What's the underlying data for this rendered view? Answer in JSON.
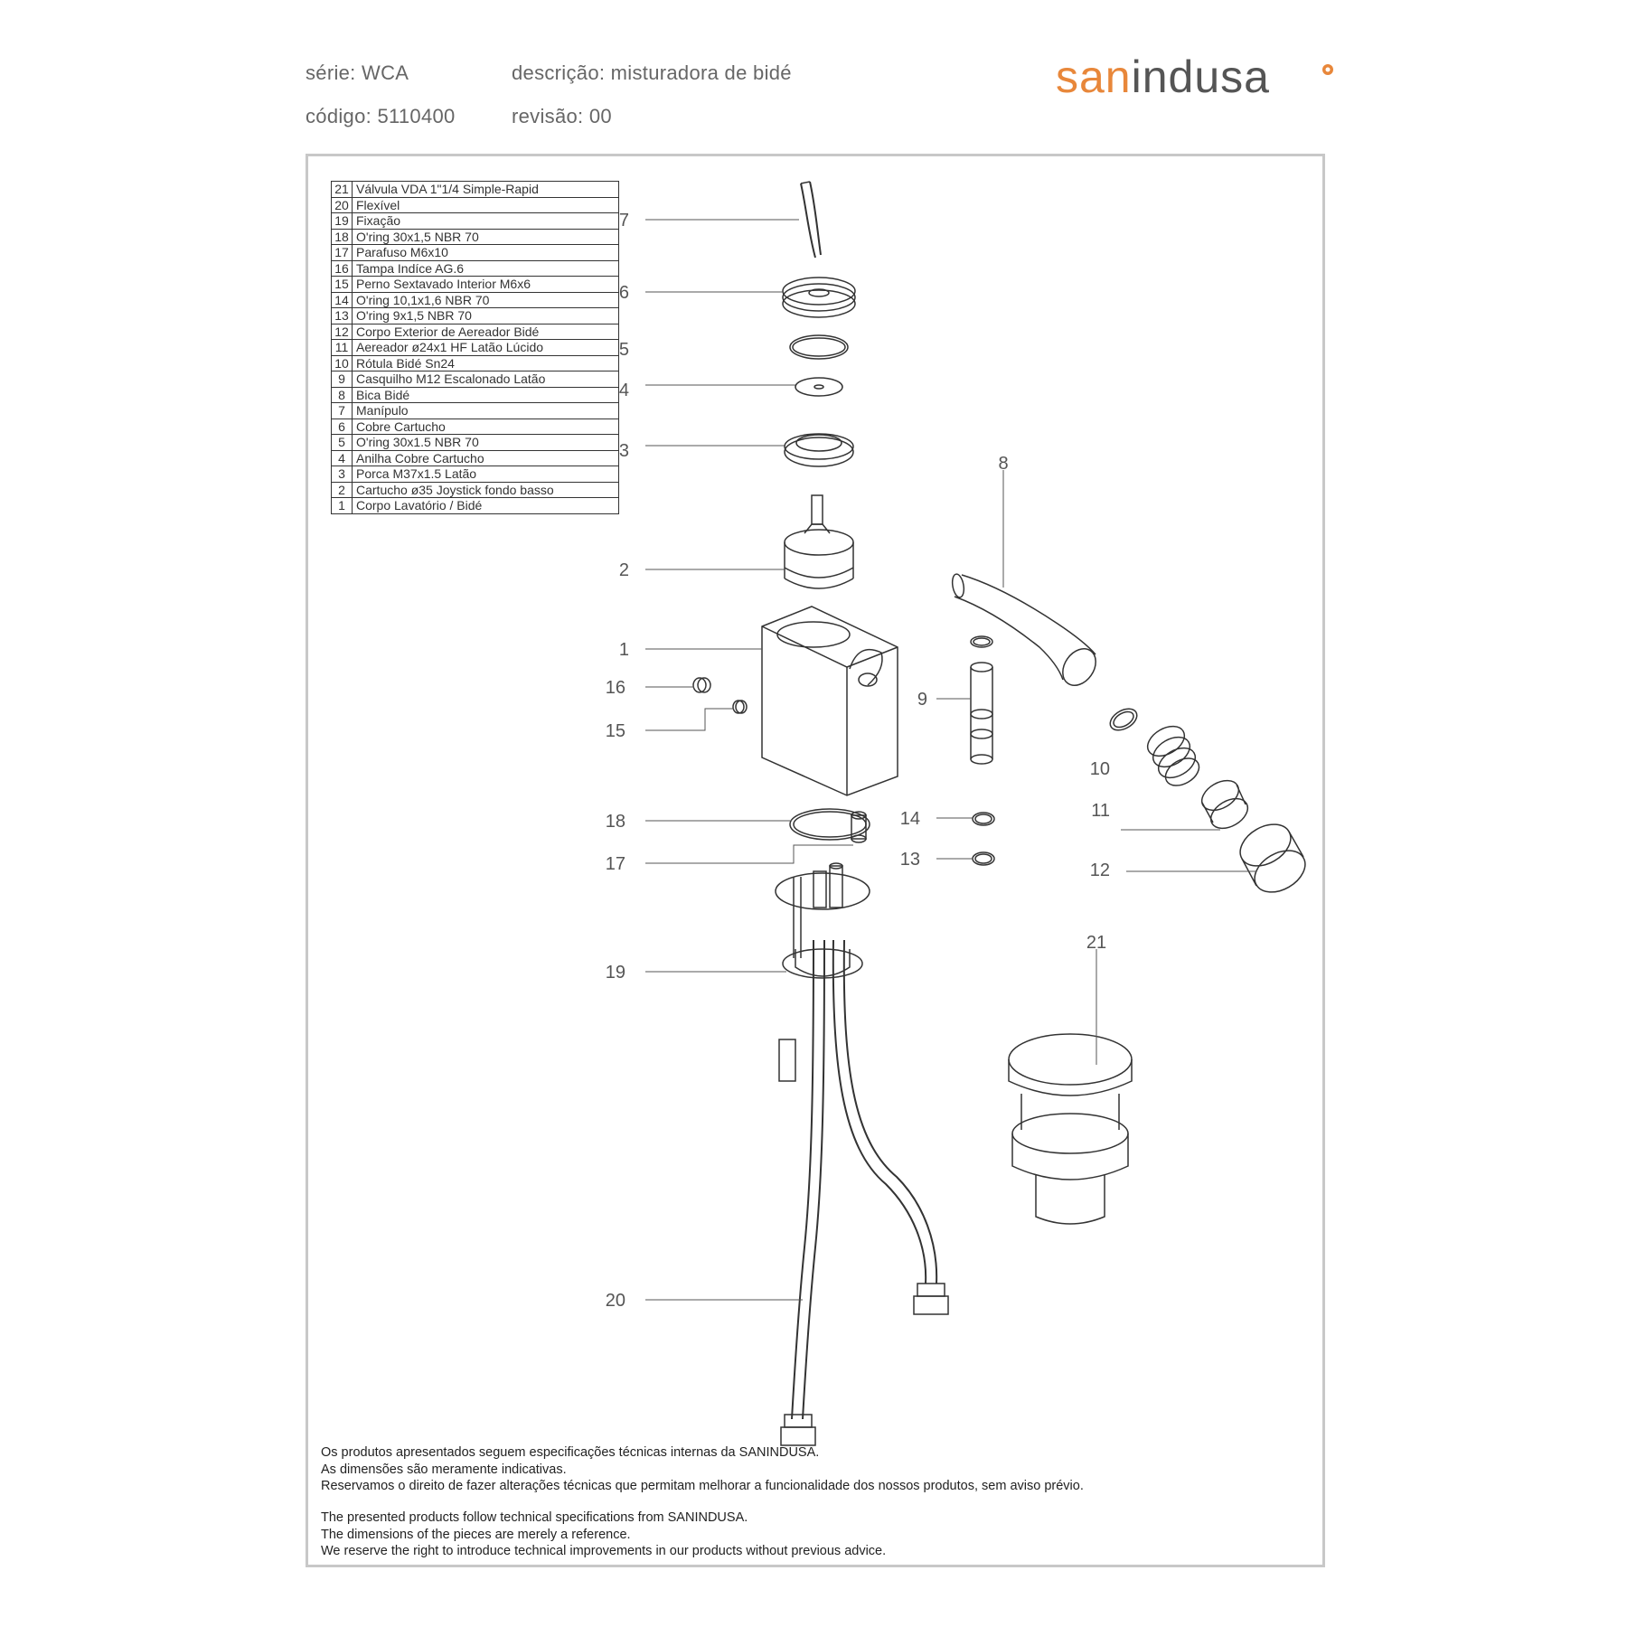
{
  "header": {
    "serie": "série: WCA",
    "descricao": "descrição: misturadora de bidé",
    "codigo": "código: 5110400",
    "revisao": "revisão: 00"
  },
  "logo": {
    "part1": "san",
    "part2": "indusa",
    "accent_color": "#e8873a",
    "text_color": "#555555"
  },
  "parts": [
    {
      "num": "21",
      "desc": "Válvula VDA 1\"1/4 Simple-Rapid"
    },
    {
      "num": "20",
      "desc": "Flexível"
    },
    {
      "num": "19",
      "desc": "Fixação"
    },
    {
      "num": "18",
      "desc": "O'ring 30x1,5 NBR 70"
    },
    {
      "num": "17",
      "desc": "Parafuso M6x10"
    },
    {
      "num": "16",
      "desc": "Tampa Indíce AG.6"
    },
    {
      "num": "15",
      "desc": "Perno Sextavado Interior M6x6"
    },
    {
      "num": "14",
      "desc": "O'ring 10,1x1,6 NBR 70"
    },
    {
      "num": "13",
      "desc": "O'ring 9x1,5 NBR 70"
    },
    {
      "num": "12",
      "desc": "Corpo Exterior de Aereador Bidé"
    },
    {
      "num": "11",
      "desc": "Aereador ø24x1 HF Latão Lúcido"
    },
    {
      "num": "10",
      "desc": "Rótula Bidé Sn24"
    },
    {
      "num": "9",
      "desc": "Casquilho M12 Escalonado Latão"
    },
    {
      "num": "8",
      "desc": "Bica Bidé"
    },
    {
      "num": "7",
      "desc": "Manípulo"
    },
    {
      "num": "6",
      "desc": "Cobre Cartucho"
    },
    {
      "num": "5",
      "desc": "O'ring 30x1.5 NBR 70"
    },
    {
      "num": "4",
      "desc": "Anilha Cobre Cartucho"
    },
    {
      "num": "3",
      "desc": "Porca M37x1.5 Latão"
    },
    {
      "num": "2",
      "desc": "Cartucho ø35 Joystick fondo basso"
    },
    {
      "num": "1",
      "desc": "Corpo Lavatório / Bidé"
    }
  ],
  "callouts": [
    "1",
    "2",
    "3",
    "4",
    "5",
    "6",
    "7",
    "8",
    "9",
    "10",
    "11",
    "12",
    "13",
    "14",
    "15",
    "16",
    "17",
    "18",
    "19",
    "20",
    "21"
  ],
  "disclaimer_pt": [
    "Os produtos apresentados seguem especificações técnicas internas da SANINDUSA.",
    "As dimensões são meramente indicativas.",
    "Reservamos o direito de fazer alterações técnicas que permitam melhorar a funcionalidade dos nossos produtos, sem aviso prévio."
  ],
  "disclaimer_en": [
    "The presented products follow technical specifications from SANINDUSA.",
    "The dimensions of the pieces are merely a reference.",
    "We reserve the right to introduce technical improvements in our products without previous advice."
  ]
}
